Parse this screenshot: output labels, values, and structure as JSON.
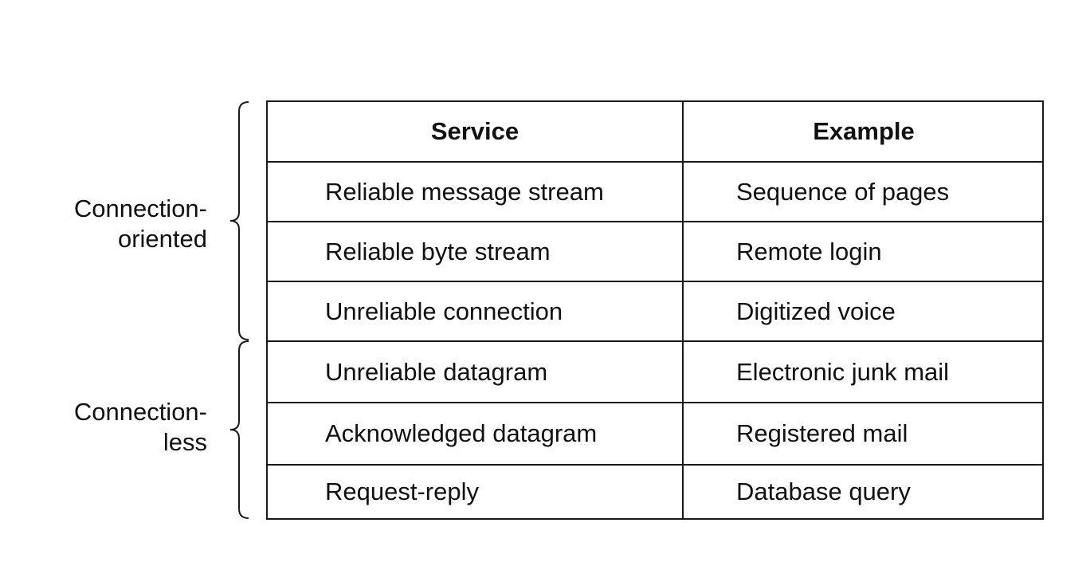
{
  "table": {
    "headers": {
      "service": "Service",
      "example": "Example"
    },
    "rows": [
      {
        "service": "Reliable message stream",
        "example": "Sequence of pages"
      },
      {
        "service": "Reliable byte stream",
        "example": "Remote login"
      },
      {
        "service": "Unreliable connection",
        "example": "Digitized voice"
      },
      {
        "service": "Unreliable datagram",
        "example": "Electronic junk mail"
      },
      {
        "service": "Acknowledged datagram",
        "example": "Registered mail"
      },
      {
        "service": "Request-reply",
        "example": "Database query"
      }
    ]
  },
  "groups": [
    {
      "line1": "Connection-",
      "line2": "oriented"
    },
    {
      "line1": "Connection-",
      "line2": "less"
    }
  ]
}
